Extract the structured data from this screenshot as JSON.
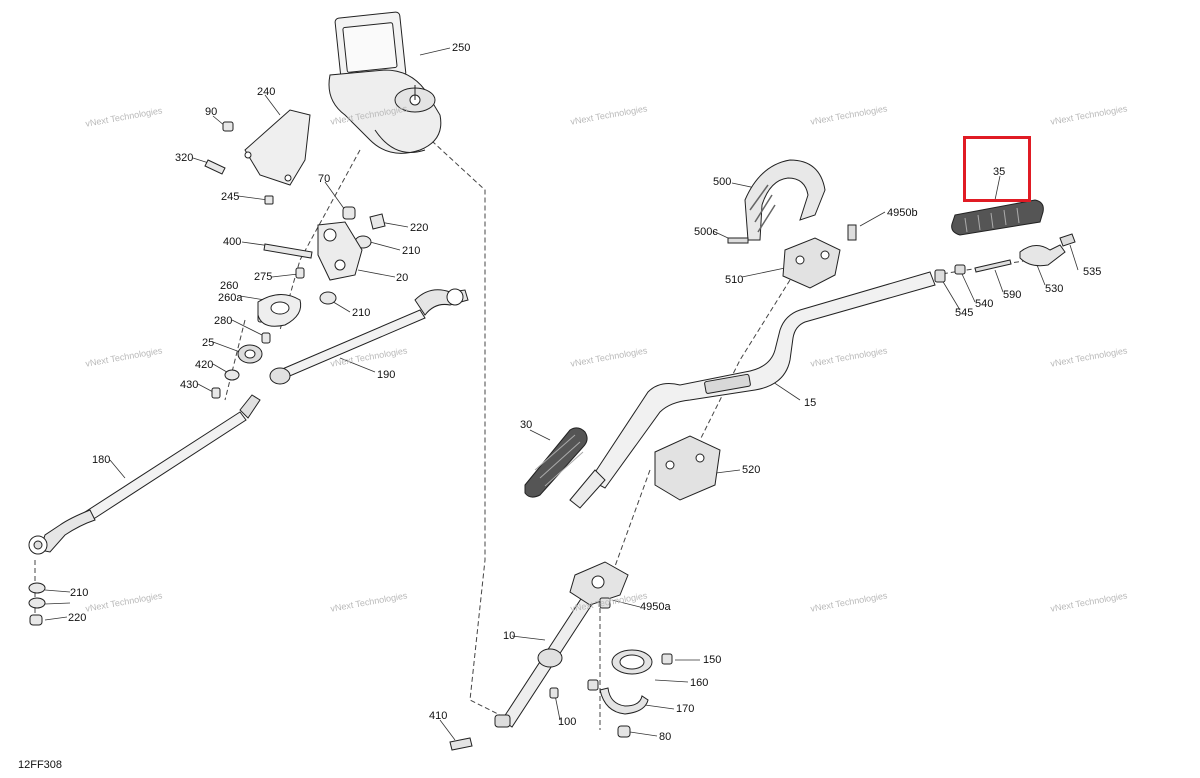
{
  "diagram": {
    "code": "12FF308",
    "watermark": {
      "line1": "vNext Technologies",
      "line2": "Technologies"
    },
    "highlight": {
      "label": "35",
      "color": "#e01b24"
    },
    "parts": {
      "p250": "250",
      "p240": "240",
      "p90": "90",
      "p320": "320",
      "p245": "245",
      "p70": "70",
      "p220a": "220",
      "p400": "400",
      "p210a": "210",
      "p20": "20",
      "p275": "275",
      "p260": "260",
      "p260a": "260a",
      "p210b": "210",
      "p280": "280",
      "p25": "25",
      "p420": "420",
      "p430": "430",
      "p190": "190",
      "p180": "180",
      "p210c": "210",
      "p220b": "220",
      "p500": "500",
      "p500c": "500c",
      "p4950b": "4950b",
      "p510": "510",
      "p35": "35",
      "p535": "535",
      "p530": "530",
      "p590": "590",
      "p540": "540",
      "p545": "545",
      "p15": "15",
      "p30": "30",
      "p520": "520",
      "p4950a": "4950a",
      "p10": "10",
      "p150": "150",
      "p160": "160",
      "p170": "170",
      "p100": "100",
      "p410": "410",
      "p80": "80"
    }
  }
}
